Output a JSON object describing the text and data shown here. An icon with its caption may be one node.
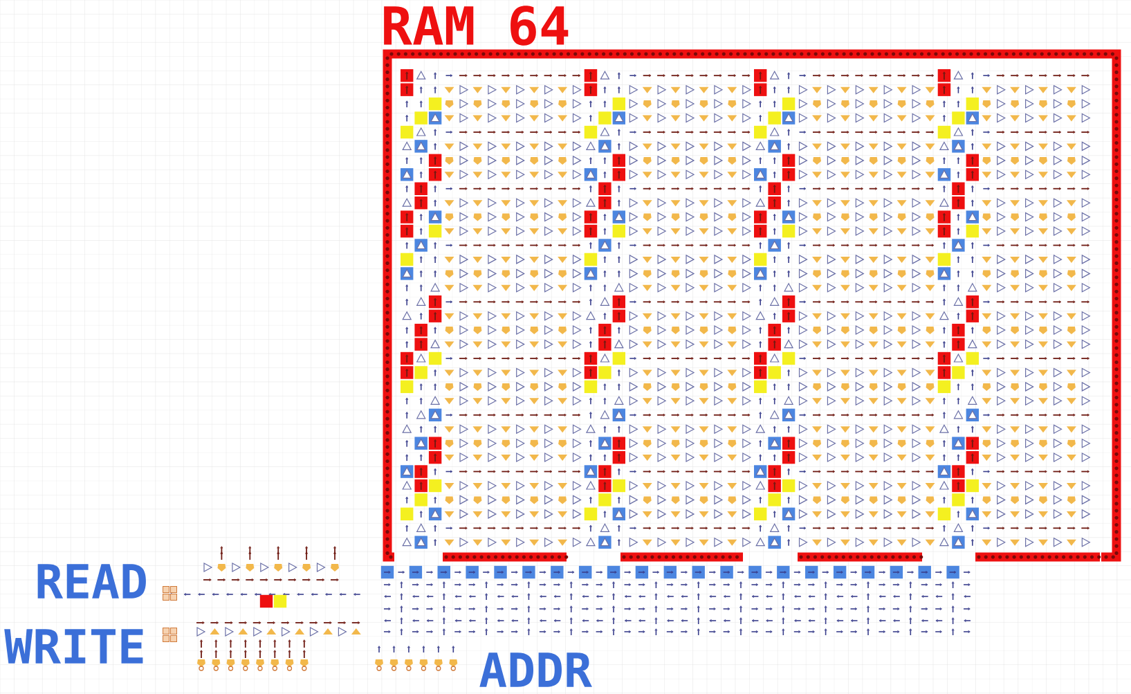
{
  "diagram": {
    "title": "RAM 64",
    "labels": [
      "READ",
      "WRITE",
      "ADDR"
    ]
  }
}
